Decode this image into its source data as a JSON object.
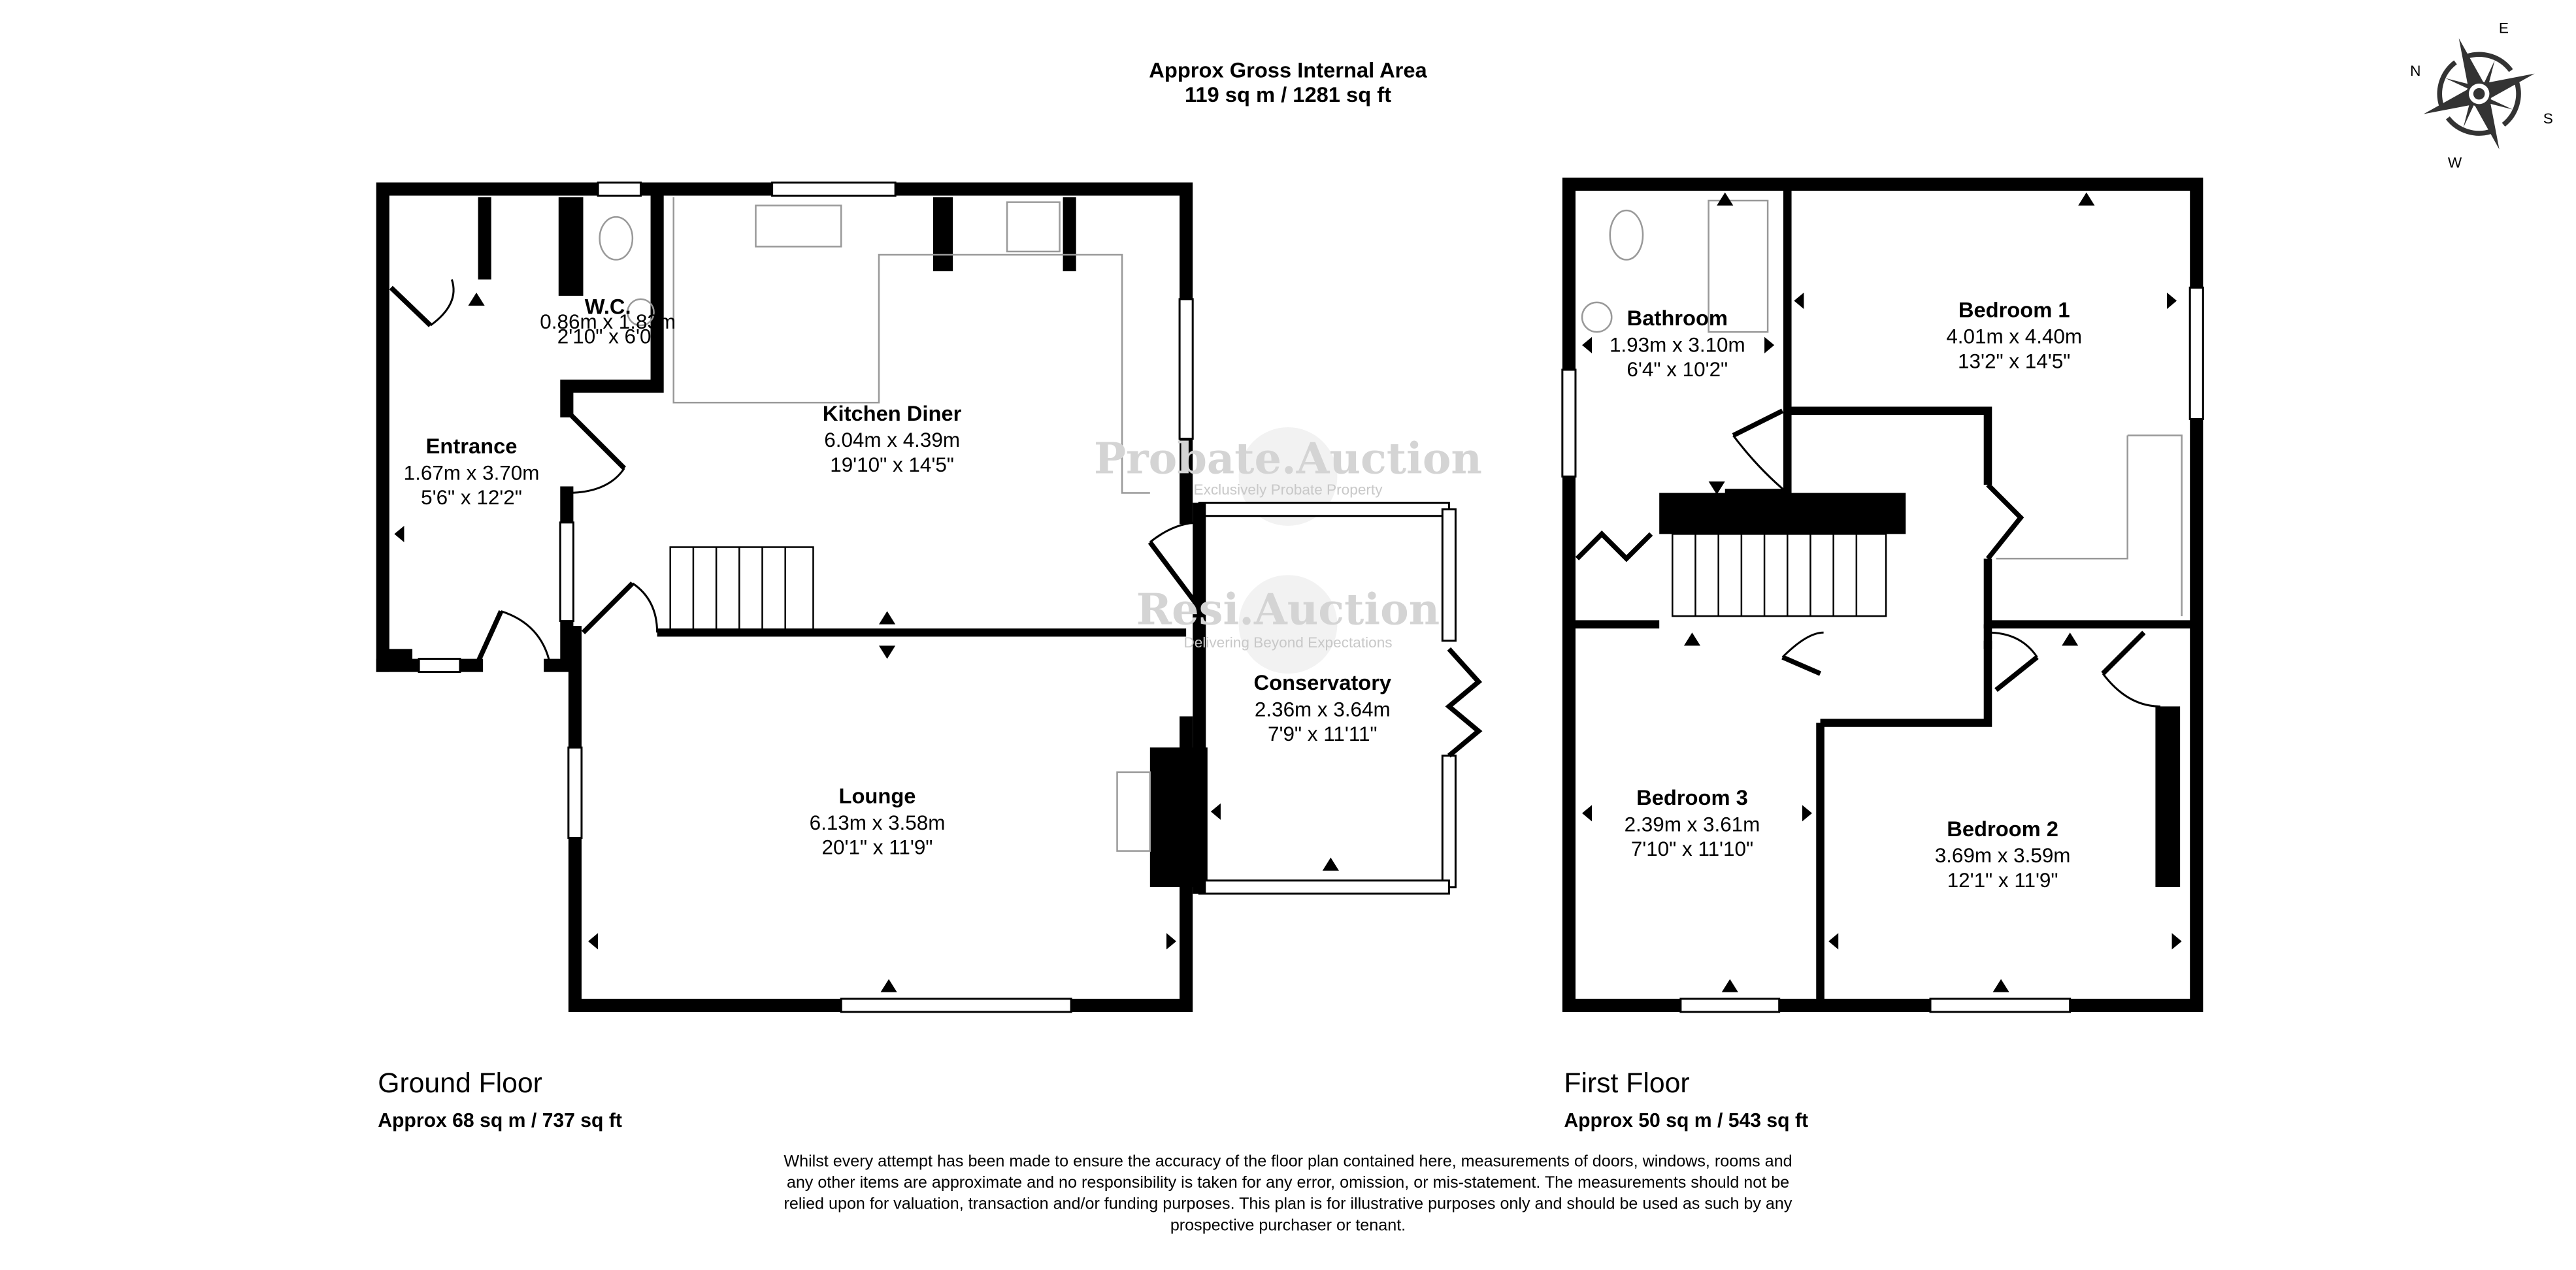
{
  "header": {
    "title": "Approx Gross Internal Area",
    "area": "119 sq m / 1281 sq ft"
  },
  "compass": {
    "n": "N",
    "e": "E",
    "s": "S",
    "w": "W"
  },
  "ground_floor": {
    "label": "Ground Floor",
    "area": "Approx 68 sq m / 737 sq ft",
    "rooms": [
      {
        "name": "Entrance",
        "metric": "1.67m x 3.70m",
        "imperial": "5'6\" x 12'2\""
      },
      {
        "name": "W.C.",
        "metric": "0.86m x 1.83m",
        "imperial": "2'10\" x 6'0\""
      },
      {
        "name": "Kitchen Diner",
        "metric": "6.04m x 4.39m",
        "imperial": "19'10\" x 14'5\""
      },
      {
        "name": "Conservatory",
        "metric": "2.36m x 3.64m",
        "imperial": "7'9\" x 11'11\""
      },
      {
        "name": "Lounge",
        "metric": "6.13m x 3.58m",
        "imperial": "20'1\" x 11'9\""
      }
    ]
  },
  "first_floor": {
    "label": "First Floor",
    "area": "Approx 50 sq m / 543 sq ft",
    "rooms": [
      {
        "name": "Bathroom",
        "metric": "1.93m x 3.10m",
        "imperial": "6'4\" x 10'2\""
      },
      {
        "name": "Bedroom 1",
        "metric": "4.01m x 4.40m",
        "imperial": "13'2\" x 14'5\""
      },
      {
        "name": "Bedroom 3",
        "metric": "2.39m x 3.61m",
        "imperial": "7'10\" x 11'10\""
      },
      {
        "name": "Bedroom 2",
        "metric": "3.69m x 3.59m",
        "imperial": "12'1\" x 11'9\""
      }
    ]
  },
  "watermarks": [
    {
      "title": "Probate.Auction",
      "tagline": "Exclusively Probate Property"
    },
    {
      "title": "Resi.Auction",
      "tagline": "Delivering Beyond Expectations"
    }
  ],
  "disclaimer": [
    "Whilst every attempt has been made to ensure the accuracy of the floor plan contained here, measurements of doors, windows, rooms and",
    "any other items are approximate and no responsibility is taken for any error, omission, or mis-statement. The measurements should not be",
    "relied upon for valuation, transaction and/or funding purposes. This plan is for illustrative purposes only and should be used as such by any",
    "prospective purchaser or tenant."
  ]
}
